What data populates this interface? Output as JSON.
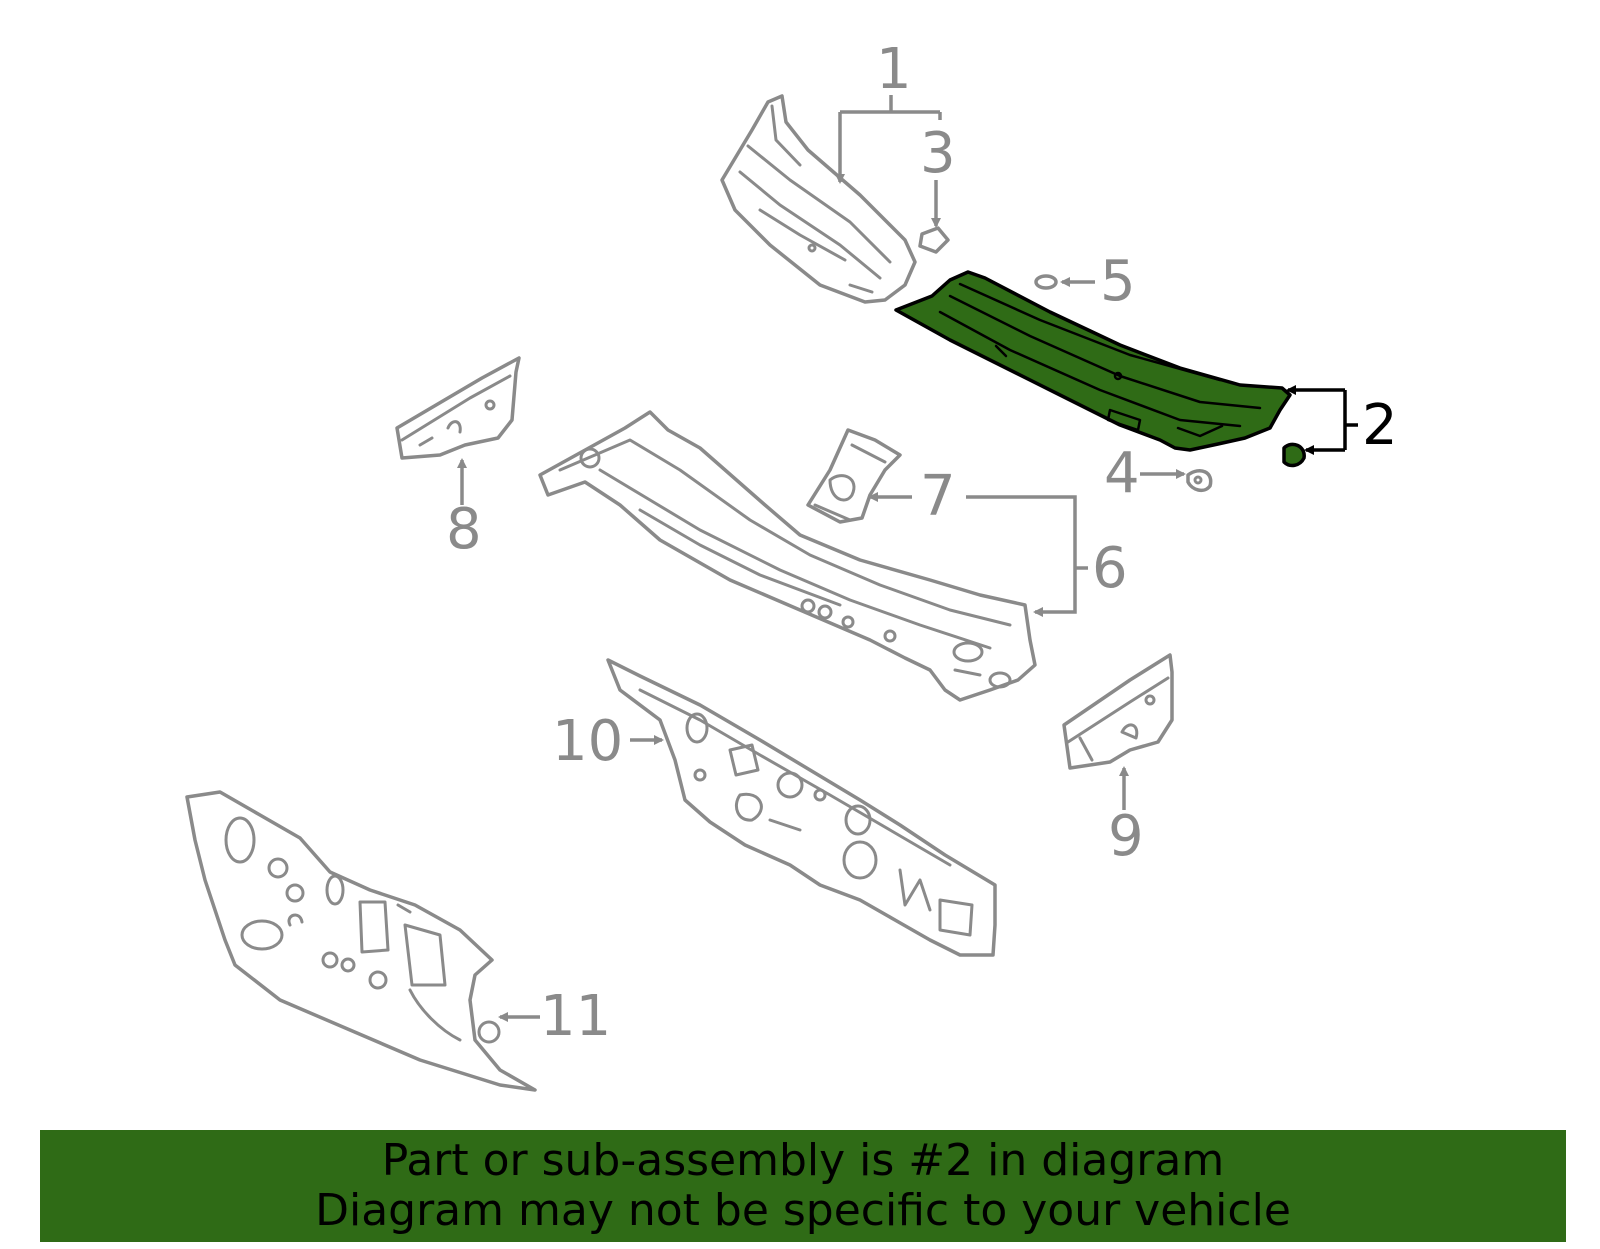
{
  "callouts": {
    "c1": "1",
    "c2": "2",
    "c3": "3",
    "c4": "4",
    "c5": "5",
    "c6": "6",
    "c7": "7",
    "c8": "8",
    "c9": "9",
    "c10": "10",
    "c11": "11"
  },
  "highlight_part": "2",
  "colors": {
    "highlight_fill": "#2f6b16",
    "line_gray": "#8a8a8a",
    "banner_bg": "#2f6b16"
  },
  "banner": {
    "line1": "Part or sub-assembly is #2 in diagram",
    "line2": "Diagram may not be specific to your vehicle"
  }
}
